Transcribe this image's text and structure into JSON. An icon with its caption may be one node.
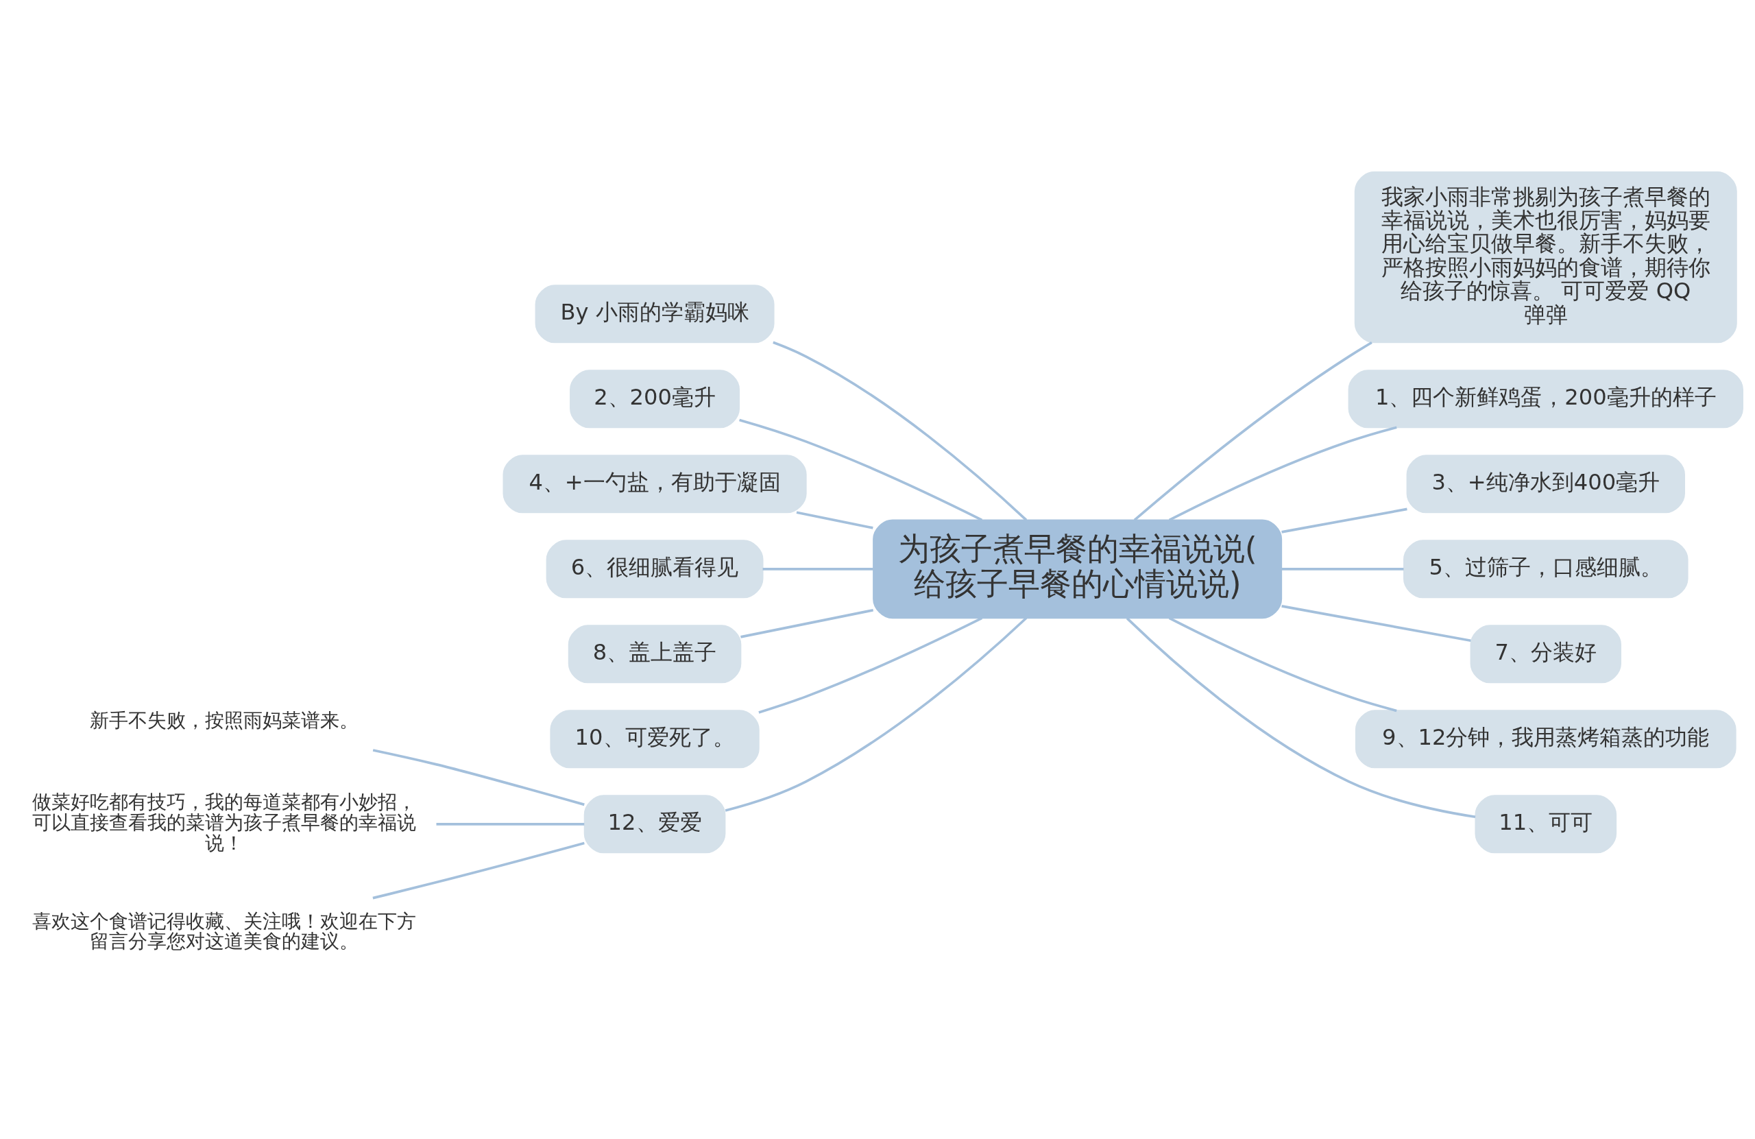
{
  "diagram": {
    "nodes": [
      {
        "text": [
          "为孩子煮早餐的幸福说说(给孩子早餐的心情说说)"
        ]
      },
      {
        "text": [
          "By 小雨的学霸妈咪"
        ]
      },
      {
        "text": [
          "2、200毫升"
        ]
      },
      {
        "text": [
          "4、+一勺盐，有助于凝固"
        ]
      },
      {
        "text": [
          "6、很细腻看得见"
        ]
      },
      {
        "text": [
          "8、盖上盖子"
        ]
      },
      {
        "text": [
          "10、可爱死了。"
        ]
      },
      {
        "text": [
          "12、爱爱"
        ]
      },
      {
        "text": [
          "新手不失败，按照雨妈菜谱来。"
        ]
      },
      {
        "text": [
          "做菜好吃都有技巧，我的每道菜都有小妙招，可以直接查看我的菜谱为孩子煮早餐的幸福说说！"
        ]
      },
      {
        "text": [
          "喜欢这个食谱记得收藏、关注哦！欢迎在下方留言分享您对这道美食的建议。"
        ]
      },
      {
        "text": [
          "我家小雨非常挑剔为孩子煮早餐的幸福说说，美术也很厉害，妈妈要用心给宝贝做早餐。新手不失败，严格按照小雨妈妈的食谱，期待你给孩子的惊喜。 可可爱爱 QQ弹弹"
        ]
      },
      {
        "text": [
          "1、四个新鲜鸡蛋，200毫升的样子"
        ]
      },
      {
        "text": [
          "3、+纯净水到400毫升"
        ]
      },
      {
        "text": [
          "5、过筛子，口感细腻。"
        ]
      },
      {
        "text": [
          "7、分装好"
        ]
      },
      {
        "text": [
          "9、12分钟，我用蒸烤箱蒸的功能"
        ]
      },
      {
        "text": [
          "11、可可"
        ]
      }
    ],
    "edges": [
      {
        "from": 0,
        "to": 1,
        "arrow": "none"
      },
      {
        "from": 0,
        "to": 2,
        "arrow": "none"
      },
      {
        "from": 0,
        "to": 3,
        "arrow": "none"
      },
      {
        "from": 0,
        "to": 4,
        "arrow": "none"
      },
      {
        "from": 0,
        "to": 5,
        "arrow": "none"
      },
      {
        "from": 0,
        "to": 6,
        "arrow": "none"
      },
      {
        "from": 0,
        "to": 7,
        "arrow": "none"
      },
      {
        "from": 7,
        "to": 8,
        "arrow": "none"
      },
      {
        "from": 7,
        "to": 9,
        "arrow": "none"
      },
      {
        "from": 7,
        "to": 10,
        "arrow": "none"
      },
      {
        "from": 0,
        "to": 11,
        "arrow": "none"
      },
      {
        "from": 0,
        "to": 12,
        "arrow": "none"
      },
      {
        "from": 0,
        "to": 13,
        "arrow": "none"
      },
      {
        "from": 0,
        "to": 14,
        "arrow": "none"
      },
      {
        "from": 0,
        "to": 15,
        "arrow": "none"
      },
      {
        "from": 0,
        "to": 16,
        "arrow": "none"
      },
      {
        "from": 0,
        "to": 17,
        "arrow": "none"
      }
    ]
  }
}
